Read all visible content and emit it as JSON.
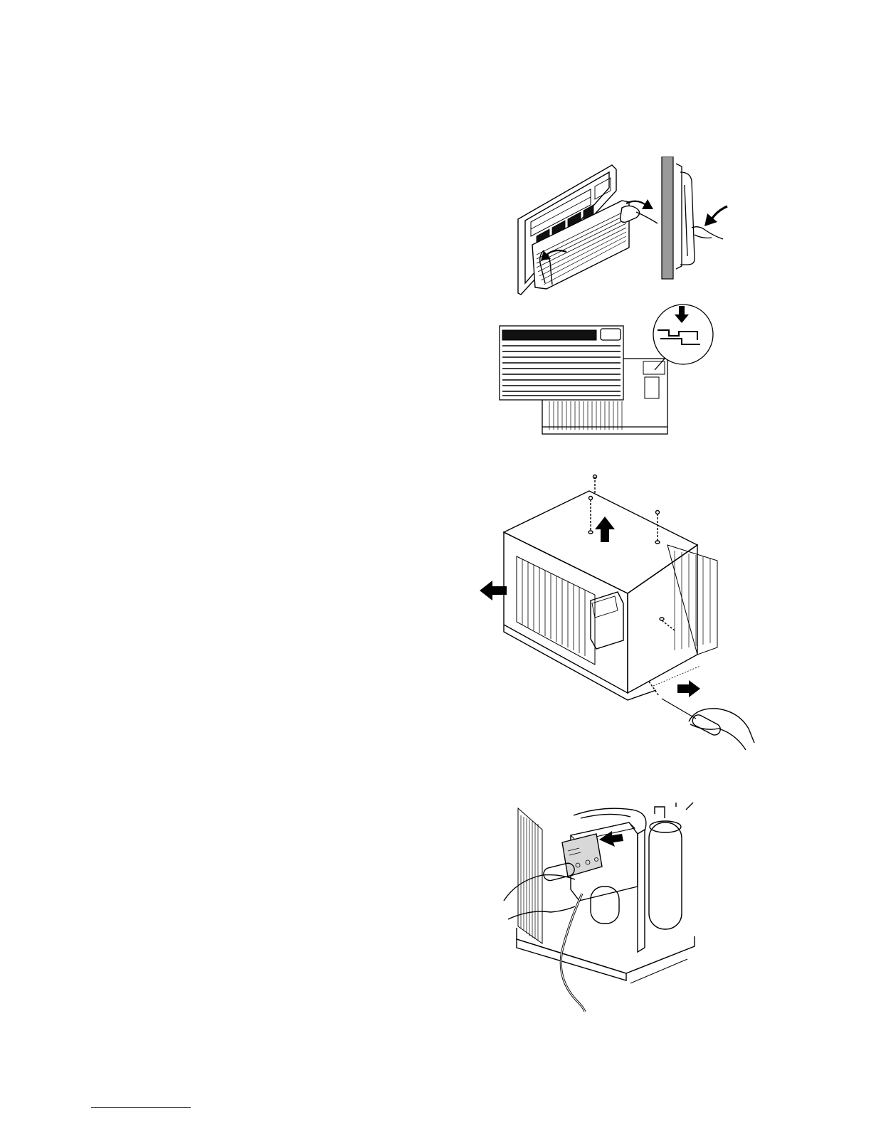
{
  "page": {
    "footer_rule_color": "#2a3fb8"
  },
  "figures": [
    {
      "icon": "front-grille-removal-illustration"
    },
    {
      "icon": "grille-side-view-illustration"
    },
    {
      "icon": "grille-hook-detail-illustration"
    },
    {
      "icon": "cabinet-removal-illustration"
    },
    {
      "icon": "control-box-removal-illustration"
    }
  ]
}
